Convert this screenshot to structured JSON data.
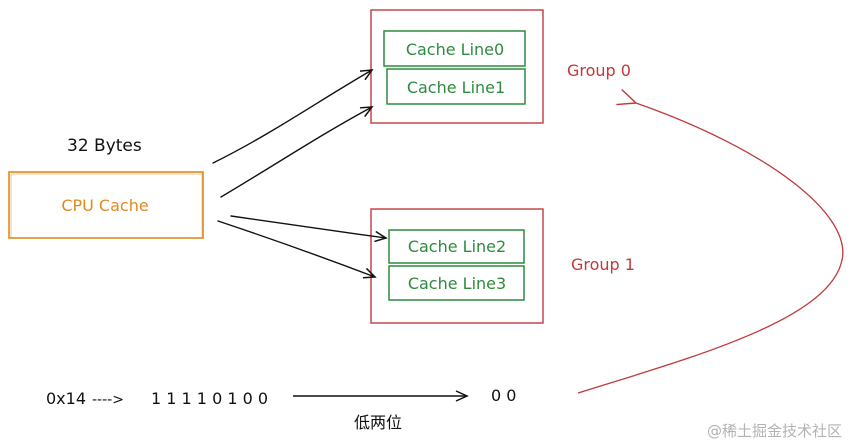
{
  "colors": {
    "cpu": "#e08a1e",
    "line_green": "#2e8b3e",
    "group_red": "#c0393b",
    "ink": "#111111",
    "watermark": "#b3b3b3"
  },
  "cpu_cache": {
    "label": "CPU Cache",
    "size_label": "32 Bytes"
  },
  "groups": [
    {
      "label": "Group 0",
      "lines": [
        "Cache Line0",
        "Cache Line1"
      ]
    },
    {
      "label": "Group 1",
      "lines": [
        "Cache Line2",
        "Cache Line3"
      ]
    }
  ],
  "address": {
    "hex": "0x14",
    "arrow": "---->",
    "binary": "1 1 1 1 0 1 0 0",
    "low_bits": "0 0",
    "low_bits_label": "低两位"
  },
  "watermark": "@稀土掘金技术社区"
}
